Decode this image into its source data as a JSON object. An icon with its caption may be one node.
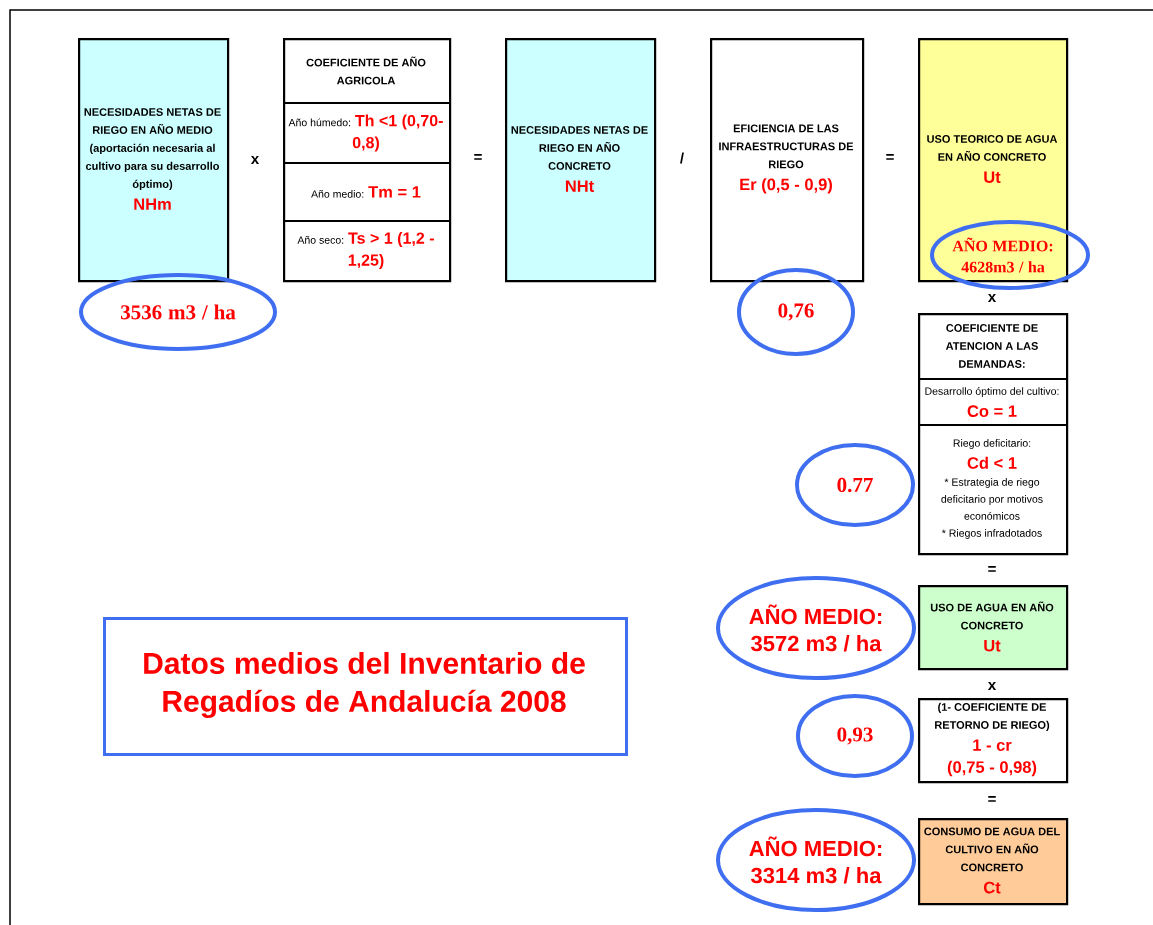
{
  "diagram": {
    "nodes": [
      {
        "text": [
          "NECESIDADES NETAS DE RIEGO EN AÑO MEDIO (aportación necesaria al cultivo para su desarrollo óptimo)",
          "NHm"
        ]
      },
      {
        "text": [
          "COEFICIENTE DE AÑO AGRICOLA",
          "Año húmedo:",
          "Th <1 (0,70- 0,8)",
          "Año medio:",
          "Tm = 1",
          "Año seco:",
          "Ts > 1 (1,2 - 1,25)"
        ]
      },
      {
        "text": [
          "NECESIDADES NETAS DE RIEGO EN AÑO CONCRETO",
          "NHt"
        ]
      },
      {
        "text": [
          "EFICIENCIA DE LAS INFRAESTRUCTURAS DE RIEGO",
          "Er (0,5 - 0,9)"
        ]
      },
      {
        "text": [
          "USO TEORICO DE AGUA EN AÑO CONCRETO",
          "Ut"
        ]
      },
      {
        "text": [
          "AÑO MEDIO: 4628m3 / ha"
        ]
      },
      {
        "text": [
          "3536 m3 / ha"
        ]
      },
      {
        "text": [
          "0,76"
        ]
      },
      {
        "text": [
          "COEFICIENTE DE ATENCION A LAS DEMANDAS:",
          "Desarrollo óptimo del cultivo:",
          "Co = 1",
          "Riego deficitario:",
          "Cd < 1",
          "* Estrategia de riego deficitario por motivos económicos",
          "* Riegos infradotados"
        ]
      },
      {
        "text": [
          "0.77"
        ]
      },
      {
        "text": [
          "AÑO MEDIO: 3572 m3 / ha"
        ]
      },
      {
        "text": [
          "USO DE AGUA EN AÑO CONCRETO",
          "Ut"
        ]
      },
      {
        "text": [
          "Datos medios del Inventario de Regadíos de Andalucía 2008"
        ]
      },
      {
        "text": [
          "0,93"
        ]
      },
      {
        "text": [
          "(1- COEFICIENTE DE RETORNO DE RIEGO)",
          "1 - cr",
          "(0,75 - 0,98)"
        ]
      },
      {
        "text": [
          "AÑO MEDIO: 3314 m3 / ha"
        ]
      },
      {
        "text": [
          "CONSUMO DE AGUA DEL CULTIVO EN AÑO CONCRETO",
          "Ct"
        ]
      }
    ],
    "labels": [
      "x",
      "=",
      "/",
      "=",
      "x",
      "=",
      "x",
      "="
    ]
  }
}
